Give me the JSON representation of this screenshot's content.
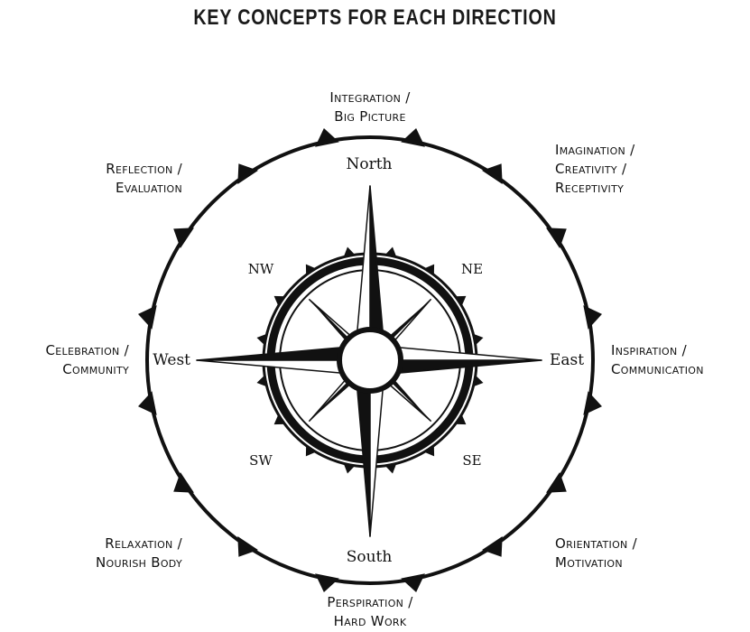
{
  "title": "KEY CONCEPTS FOR EACH DIRECTION",
  "directions": {
    "north": "North",
    "south": "South",
    "east": "East",
    "west": "West",
    "ne": "NE",
    "nw": "NW",
    "se": "SE",
    "sw": "SW"
  },
  "concepts": {
    "north": [
      "Integration /",
      "Big Picture"
    ],
    "northeast": [
      "Imagination /",
      "Creativity /",
      "Receptivity"
    ],
    "east": [
      "Inspiration /",
      "Communication"
    ],
    "southeast": [
      "Orientation /",
      "Motivation"
    ],
    "south": [
      "Perspiration /",
      "Hard Work"
    ],
    "southwest": [
      "Relaxation /",
      "Nourish Body"
    ],
    "west": [
      "Celebration /",
      "Community"
    ],
    "northwest": [
      "Reflection /",
      "Evaluation"
    ]
  }
}
